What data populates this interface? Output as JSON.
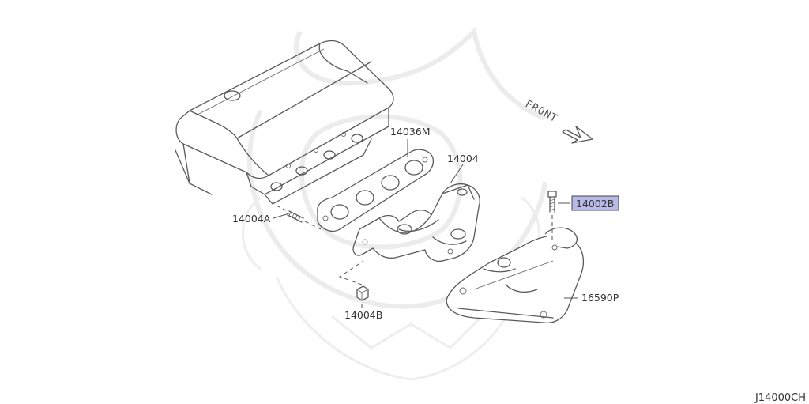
{
  "labels": {
    "gasket": "14036M",
    "manifold": "14004",
    "stud": "14004A",
    "nut": "14004B",
    "bolt": "14002B",
    "heat_shield": "16590P",
    "front_arrow": "FRONT"
  },
  "highlighted_part": "14002B",
  "highlight_color": "#b9b9e8",
  "diagram_code": "J14000CH"
}
